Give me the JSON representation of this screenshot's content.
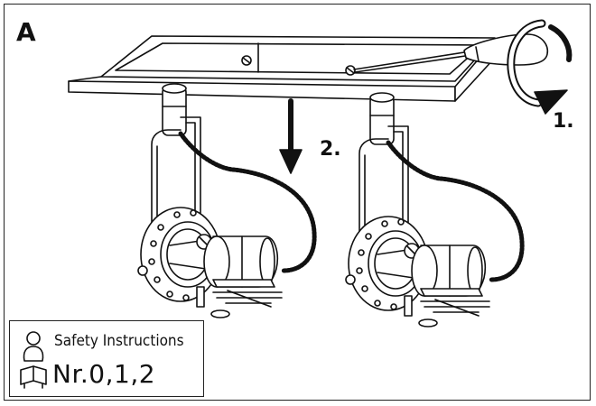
{
  "panel": {
    "label": "A"
  },
  "steps": {
    "step1": "1.",
    "step2": "2."
  },
  "safety": {
    "title": "Safety Instructions",
    "number": "Nr.0,1,2"
  },
  "icons": [
    "screwdriver-icon",
    "rotation-arrow-icon",
    "down-arrow-icon",
    "person-reading-icon"
  ]
}
